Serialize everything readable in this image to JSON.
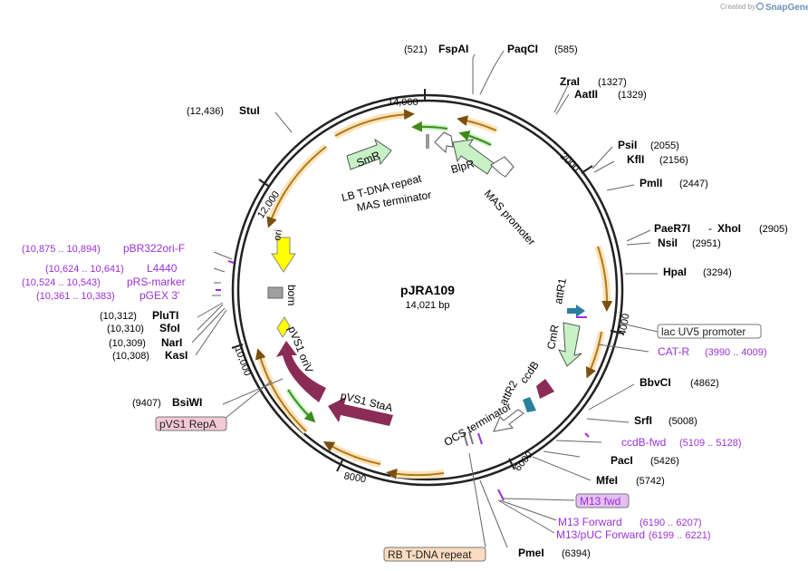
{
  "logo": {
    "created_by": "Created by",
    "brand": "SnapGene"
  },
  "plasmid": {
    "name": "pJRA109",
    "length": "14,021 bp"
  },
  "ticks": [
    "2000",
    "4000",
    "6000",
    "8000",
    "10,000",
    "12,000",
    "14,000"
  ],
  "sites": {
    "fspai": {
      "pos": "(521)",
      "name": "FspAI"
    },
    "paqci": {
      "name": "PaqCI",
      "pos": "(585)"
    },
    "zrai": {
      "name": "ZraI",
      "pos": "(1327)"
    },
    "aatii": {
      "name": "AatII",
      "pos": "(1329)"
    },
    "psii": {
      "name": "PsiI",
      "pos": "(2055)"
    },
    "kfli": {
      "name": "KflI",
      "pos": "(2156)"
    },
    "pmli": {
      "name": "PmlI",
      "pos": "(2447)"
    },
    "paer7i": {
      "name": "PaeR7I",
      "dash": "-",
      "name2": "XhoI",
      "pos": "(2905)"
    },
    "nsii": {
      "name": "NsiI",
      "pos": "(2951)"
    },
    "hpai": {
      "name": "HpaI",
      "pos": "(3294)"
    },
    "bbvci": {
      "name": "BbvCI",
      "pos": "(4862)"
    },
    "srfi": {
      "name": "SrfI",
      "pos": "(5008)"
    },
    "paci": {
      "name": "PacI",
      "pos": "(5426)"
    },
    "mfei": {
      "name": "MfeI",
      "pos": "(5742)"
    },
    "pmei": {
      "name": "PmeI",
      "pos": "(6394)"
    },
    "bsiwi": {
      "pos": "(9407)",
      "name": "BsiWI"
    },
    "kasi": {
      "pos": "(10,308)",
      "name": "KasI"
    },
    "nari": {
      "pos": "(10,309)",
      "name": "NarI"
    },
    "sfoi": {
      "pos": "(10,310)",
      "name": "SfoI"
    },
    "pluti": {
      "pos": "(10,312)",
      "name": "PluTI"
    },
    "stui": {
      "pos": "(12,436)",
      "name": "StuI"
    }
  },
  "primers": {
    "pbr322ori": {
      "pos": "(10,875 .. 10,894)",
      "name": "pBR322ori-F"
    },
    "l4440": {
      "pos": "(10,624 .. 10,641)",
      "name": "L4440"
    },
    "prsmarker": {
      "pos": "(10,524 .. 10,543)",
      "name": "pRS-marker"
    },
    "pgex3": {
      "pos": "(10,361 .. 10,383)",
      "name": "pGEX 3'"
    },
    "catr": {
      "name": "CAT-R",
      "pos": "(3990 .. 4009)"
    },
    "ccdbfwd": {
      "name": "ccdB-fwd",
      "pos": "(5109 .. 5128)"
    },
    "m13fwd_box": {
      "name": "M13 fwd"
    },
    "m13forward": {
      "name": "M13 Forward",
      "pos": "(6190 .. 6207)"
    },
    "m13puc": {
      "name": "M13/pUC Forward",
      "pos": "(6199 .. 6221)"
    }
  },
  "features": {
    "lb_repeat": "LB T-DNA repeat",
    "mas_terminator": "MAS terminator",
    "smr": "SmR",
    "blpr": "BlpR",
    "mas_promoter": "MAS promoter",
    "attr1": "attR1",
    "lac_uv5": "lac UV5 promoter",
    "cmr": "CmR",
    "attr2": "attR2",
    "ccdb": "ccdB",
    "ocs_terminator": "OCS terminator",
    "rb_repeat": "RB T-DNA repeat",
    "pvs1_stac": "pVS1 StaA",
    "pvs1_oriv": "pVS1 oriV",
    "pvs1_repa": "pVS1 RepA",
    "bom": "bom",
    "ori": "ori"
  },
  "colors": {
    "backbone": "#222222",
    "orf_arrow": "#e8a33a",
    "orf_glow": "#fce4b8",
    "resistance": "#c6f2c6",
    "origin": "#ffff00",
    "pvs1": "#8a2c55",
    "att": "#2a7f9e",
    "primer": "#9b30d9",
    "repa_box": "#f3c9d6",
    "rb_box": "#fbdcc0",
    "m13_box": "#e3c0f0"
  }
}
